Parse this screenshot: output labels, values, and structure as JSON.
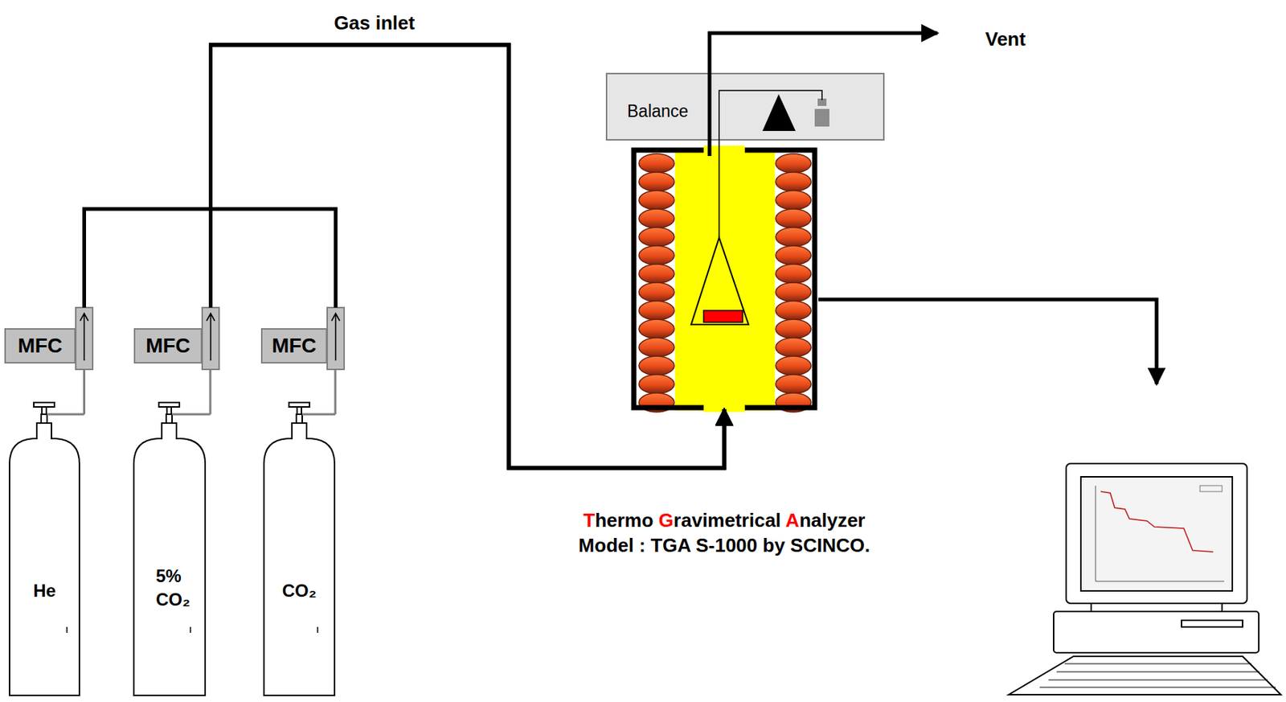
{
  "diagram": {
    "nodes": [
      {
        "text": [
          "MFC"
        ]
      },
      {
        "text": [
          "MFC"
        ]
      },
      {
        "text": [
          "MFC"
        ]
      },
      {
        "text": [
          "He"
        ]
      },
      {
        "text": [
          "5% CO₂"
        ]
      },
      {
        "text": [
          "CO₂"
        ]
      },
      {
        "text": [
          "Balance"
        ]
      },
      {
        "text": [
          "Thermo Gravimetrical Analyzer",
          "Model : TGA S-1000 by SCINCO."
        ]
      }
    ],
    "edges": [
      {
        "from": 3,
        "to": 0,
        "arrow": "none"
      },
      {
        "from": 4,
        "to": 1,
        "arrow": "none"
      },
      {
        "from": 5,
        "to": 2,
        "arrow": "none"
      },
      {
        "from": 0,
        "to": 7,
        "arrow": "to"
      },
      {
        "from": 1,
        "to": 7,
        "arrow": "to",
        "label": "Gas inlet"
      },
      {
        "from": 2,
        "to": 7,
        "arrow": "to"
      }
    ],
    "labels": [
      "Vent"
    ]
  }
}
